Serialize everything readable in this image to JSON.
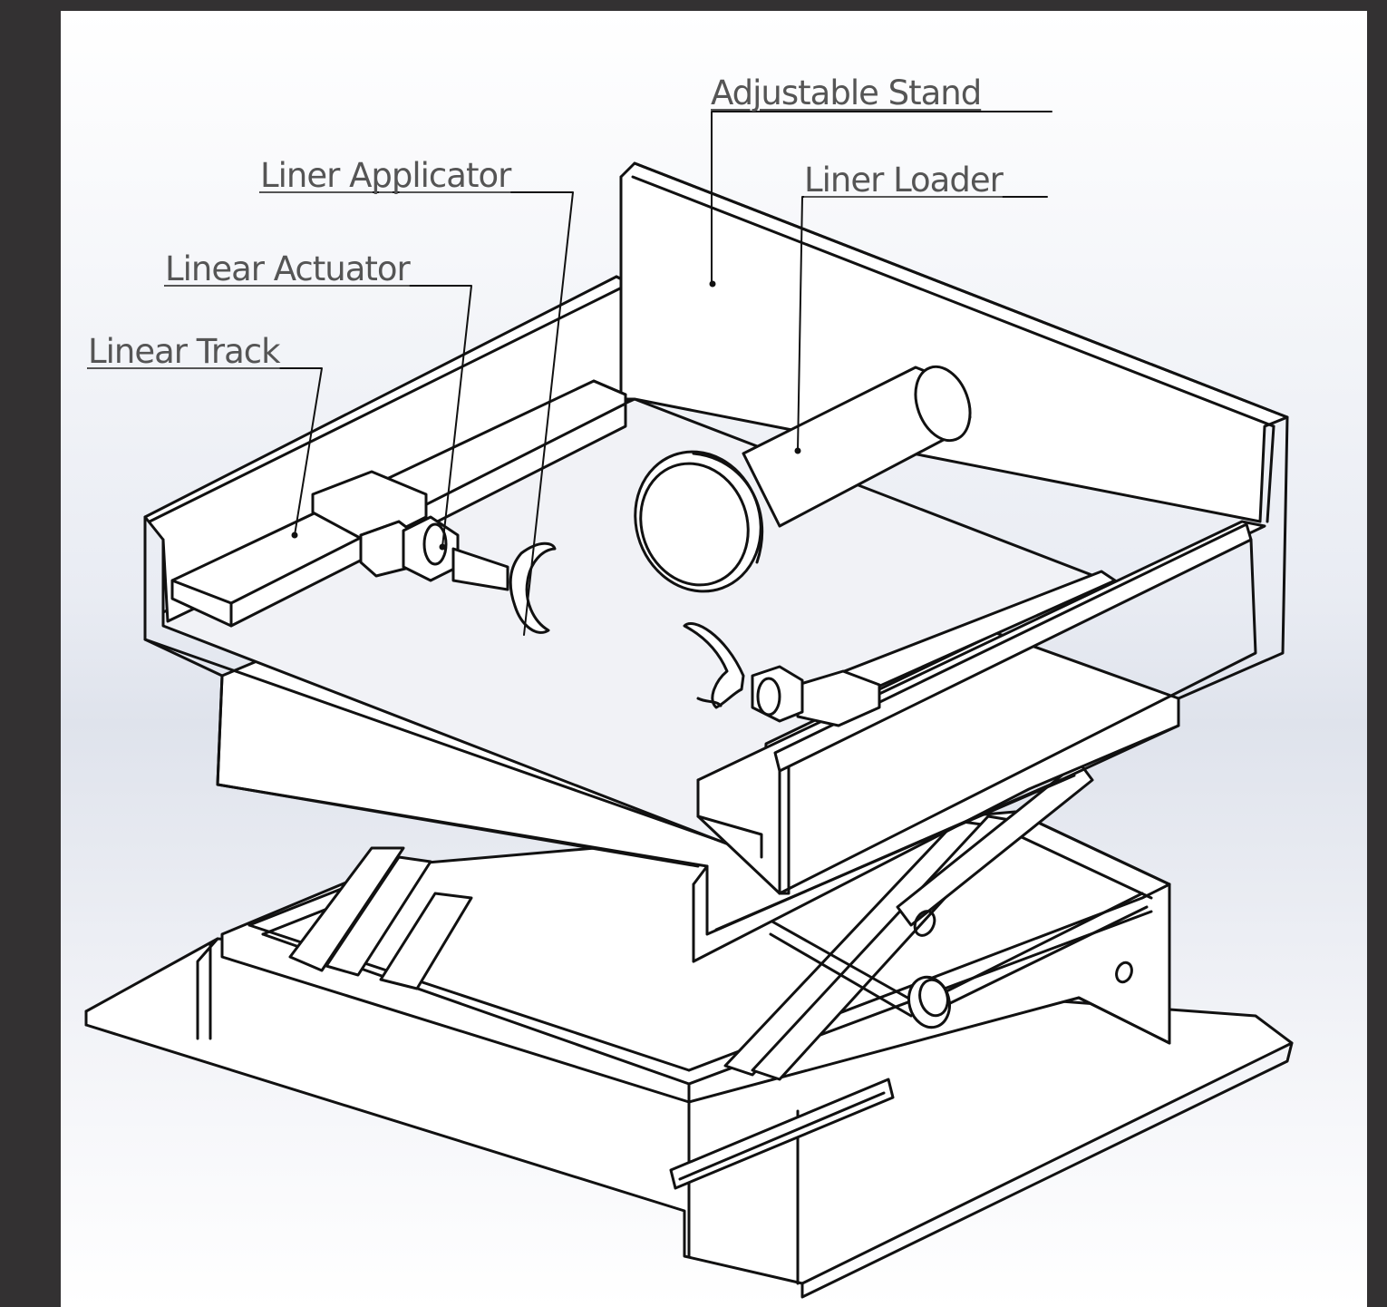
{
  "labels": {
    "adjustable_stand": "Adjustable Stand",
    "liner_applicator": "Liner Applicator",
    "liner_loader": "Liner Loader",
    "linear_actuator": "Linear Actuator",
    "linear_track": "Linear Track"
  },
  "colors": {
    "background": "#333132",
    "panel": "#ffffff",
    "line": "#111111",
    "label": "#555555"
  }
}
